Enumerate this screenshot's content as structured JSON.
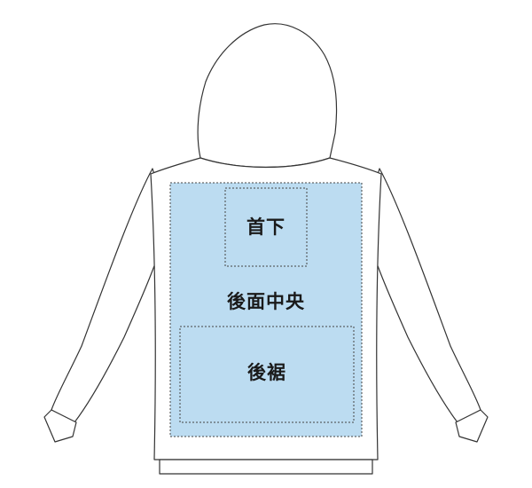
{
  "garment": "hoodie-back-view",
  "colors": {
    "print_area_fill": "#bcdcf1",
    "outline": "#333333",
    "dashed_border": "#444444"
  },
  "print_areas": {
    "under_neck": {
      "label": "首下"
    },
    "back_center": {
      "label": "後面中央"
    },
    "back_hem": {
      "label": "後裾"
    }
  }
}
